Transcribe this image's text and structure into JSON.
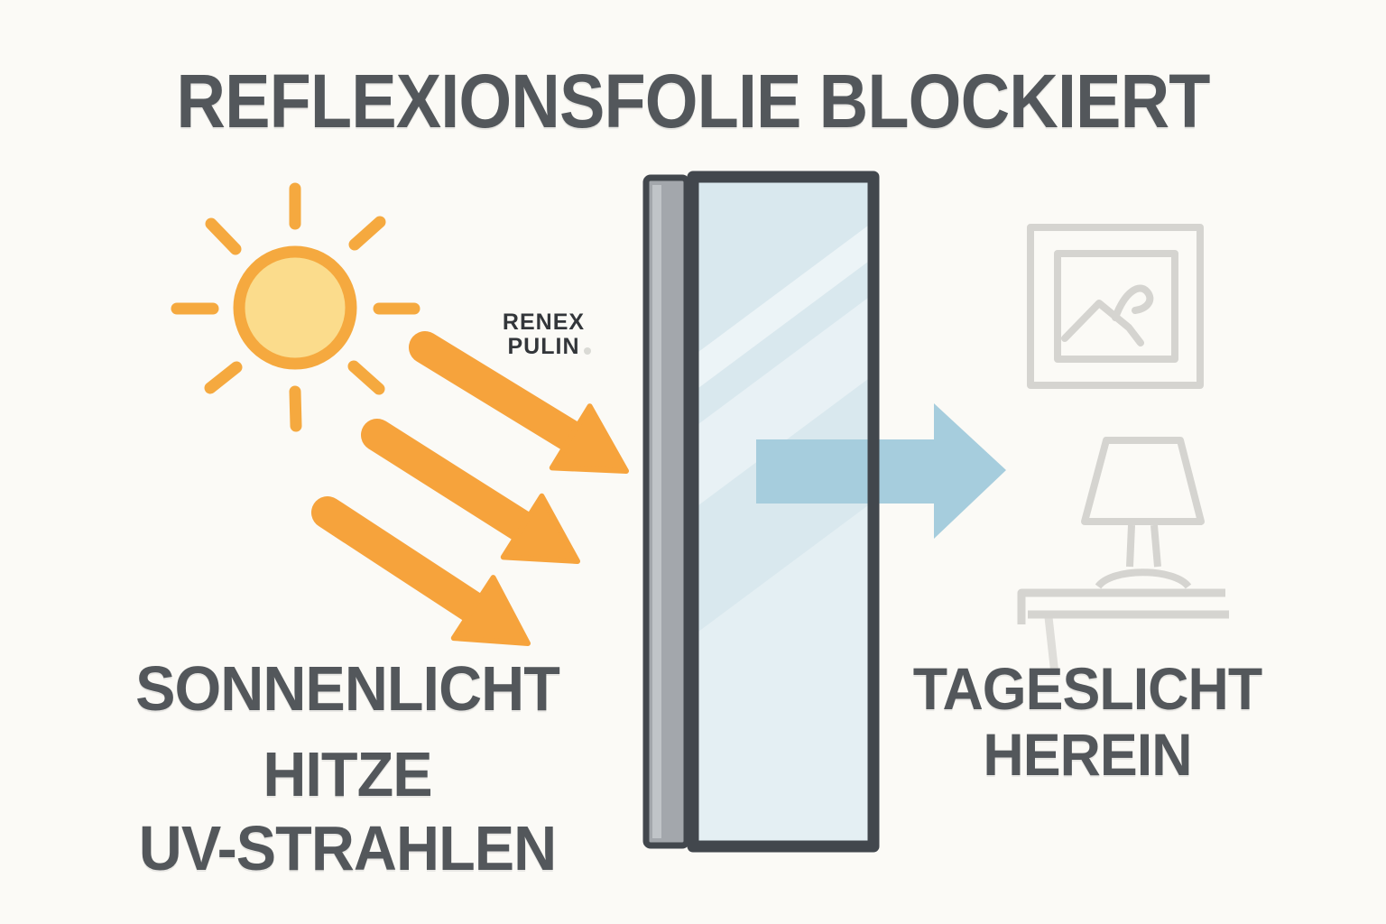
{
  "title": "REFLEXIONSFOLIE BLOCKIERT",
  "film_brand": {
    "line1": "RENEX",
    "line2": "PULIN"
  },
  "left_labels": {
    "line1": "SONNENLICHT",
    "line2": "HITZE",
    "line3": "UV-STRAHLEN"
  },
  "right_labels": {
    "line1": "TAGESLICHT",
    "line2": "HEREIN"
  },
  "icons": {
    "sun": "sun-icon",
    "sunlight_arrows": "sunlight-arrow-icons",
    "window_film": "window-film-strip",
    "glass_panel": "glass-panel",
    "daylight_arrow": "daylight-arrow-icon",
    "picture_frame": "picture-frame-icon",
    "table_lamp": "table-lamp-icon",
    "side_table": "side-table-icon"
  },
  "colors": {
    "background": "#FBFAF6",
    "text_dark": "#53575B",
    "brand_text": "#33363A",
    "sun_ring": "#F5A93F",
    "sun_fill": "#FBDC8C",
    "arrow_orange": "#F6A33C",
    "daylight_blue": "#A6CDDD",
    "glass_fill": "#D9E8EE",
    "glass_frame": "#42474D",
    "film_gray": "#A3A7AC",
    "film_highlight": "#C6C9CC",
    "icon_gray": "#D5D4D0"
  }
}
